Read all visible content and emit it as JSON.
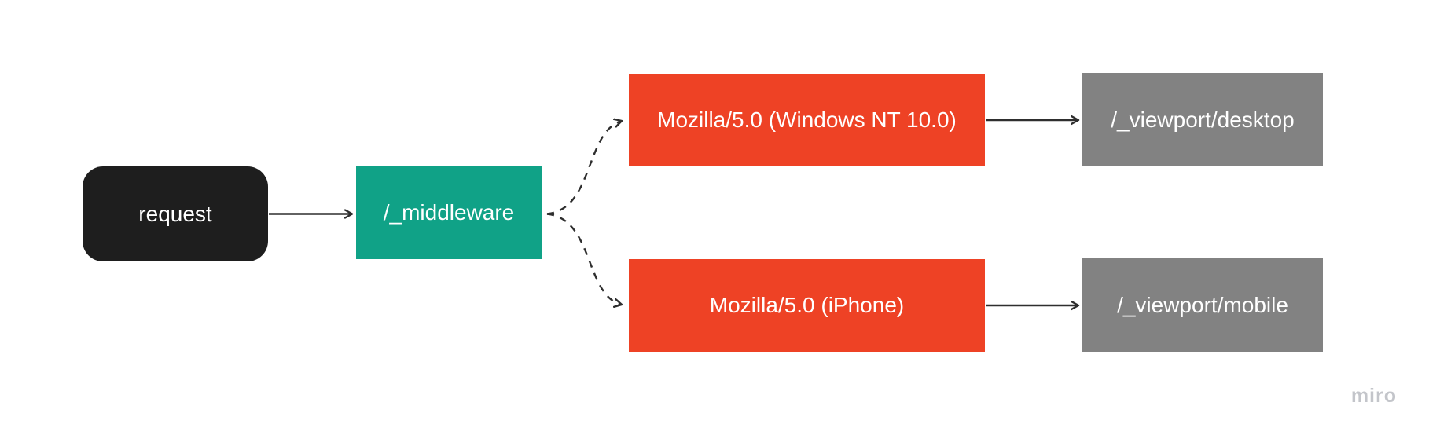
{
  "canvas": {
    "background": "#ffffff",
    "watermark": "miro",
    "watermark_color": "#c3c5ca"
  },
  "palette": {
    "node_dark": "#1e1e1e",
    "node_teal": "#10a287",
    "node_red": "#ee4225",
    "node_gray": "#828282",
    "edge_color": "#2e2e2e",
    "node_text": "#ffffff"
  },
  "nodes": {
    "request": {
      "label": "request",
      "bg": "#1e1e1e",
      "shape": "rounded-rectangle"
    },
    "middleware": {
      "label": "/_middleware",
      "bg": "#10a287",
      "shape": "rectangle"
    },
    "ua_desktop": {
      "label": "Mozilla/5.0 (Windows NT 10.0)",
      "bg": "#ee4225",
      "shape": "rectangle"
    },
    "vp_desktop": {
      "label": "/_viewport/desktop",
      "bg": "#828282",
      "shape": "rectangle"
    },
    "ua_mobile": {
      "label": "Mozilla/5.0 (iPhone)",
      "bg": "#ee4225",
      "shape": "rectangle"
    },
    "vp_mobile": {
      "label": "/_viewport/mobile",
      "bg": "#828282",
      "shape": "rectangle"
    }
  },
  "edges": [
    {
      "from": "request",
      "to": "middleware",
      "style": "solid"
    },
    {
      "from": "middleware",
      "to": "ua_desktop",
      "style": "dashed"
    },
    {
      "from": "middleware",
      "to": "ua_mobile",
      "style": "dashed"
    },
    {
      "from": "ua_desktop",
      "to": "vp_desktop",
      "style": "solid"
    },
    {
      "from": "ua_mobile",
      "to": "vp_mobile",
      "style": "solid"
    }
  ]
}
